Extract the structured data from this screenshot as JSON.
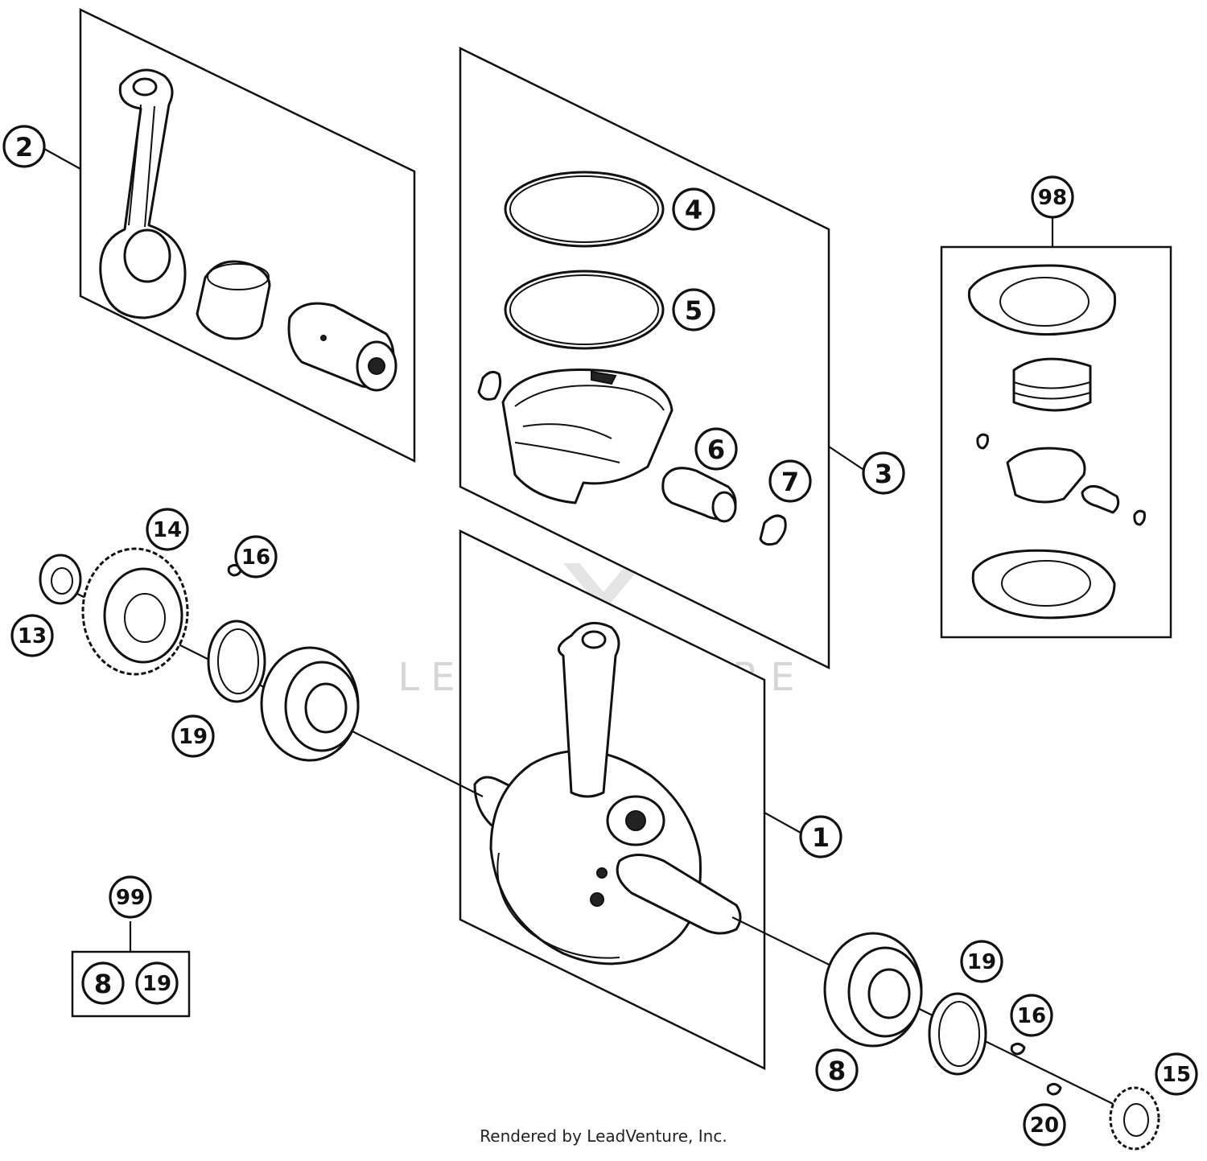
{
  "callouts": [
    {
      "id": "c1",
      "label": "1"
    },
    {
      "id": "c2",
      "label": "2"
    },
    {
      "id": "c3",
      "label": "3"
    },
    {
      "id": "c4",
      "label": "4"
    },
    {
      "id": "c5",
      "label": "5"
    },
    {
      "id": "c6",
      "label": "6"
    },
    {
      "id": "c7",
      "label": "7"
    },
    {
      "id": "c8a",
      "label": "8"
    },
    {
      "id": "c8b",
      "label": "8"
    },
    {
      "id": "c13",
      "label": "13"
    },
    {
      "id": "c14",
      "label": "14"
    },
    {
      "id": "c15",
      "label": "15"
    },
    {
      "id": "c16a",
      "label": "16"
    },
    {
      "id": "c16b",
      "label": "16"
    },
    {
      "id": "c19a",
      "label": "19"
    },
    {
      "id": "c19b",
      "label": "19"
    },
    {
      "id": "c19c",
      "label": "19"
    },
    {
      "id": "c20",
      "label": "20"
    },
    {
      "id": "c98",
      "label": "98"
    },
    {
      "id": "c99",
      "label": "99"
    }
  ],
  "watermark": "LEADVENTURE",
  "footer": "Rendered by LeadVenture, Inc."
}
